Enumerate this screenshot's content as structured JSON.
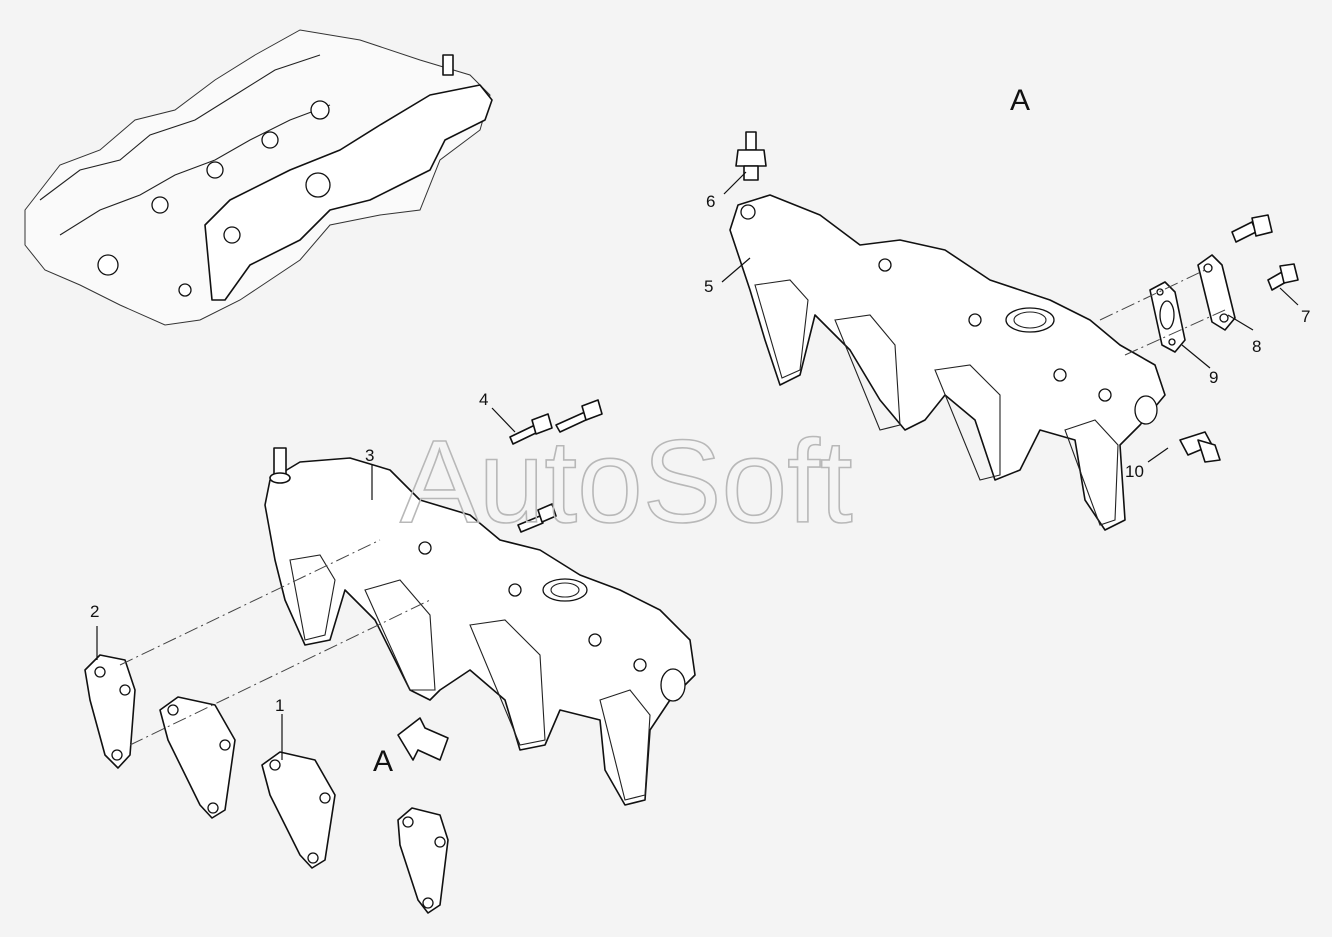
{
  "view_labels": {
    "top_right": "A",
    "arrow": "A"
  },
  "watermark": "AutoSoft",
  "callouts": [
    {
      "id": "c1",
      "text": "1"
    },
    {
      "id": "c2",
      "text": "2"
    },
    {
      "id": "c3",
      "text": "3"
    },
    {
      "id": "c4",
      "text": "4"
    },
    {
      "id": "c5",
      "text": "5"
    },
    {
      "id": "c6",
      "text": "6"
    },
    {
      "id": "c7",
      "text": "7"
    },
    {
      "id": "c8",
      "text": "8"
    },
    {
      "id": "c9",
      "text": "9"
    },
    {
      "id": "c10",
      "text": "10"
    }
  ],
  "colors": {
    "line": "#111111",
    "background": "#f4f4f4",
    "watermark": "#b8b8b8"
  }
}
